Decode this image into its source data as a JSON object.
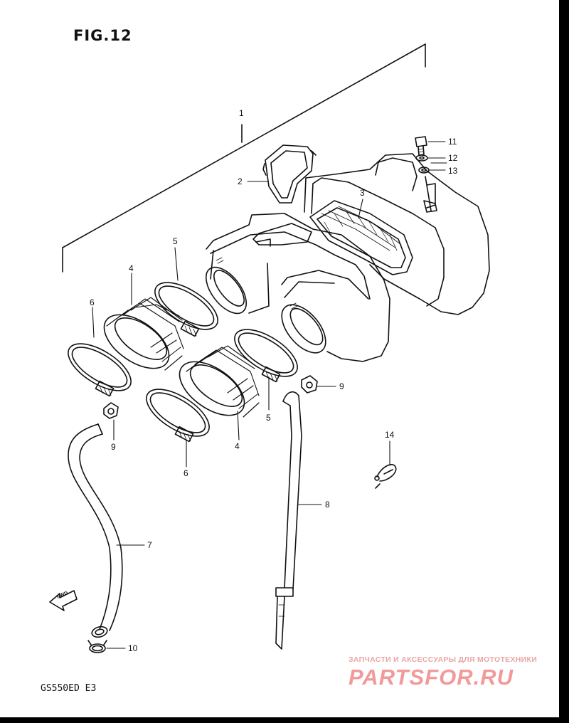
{
  "figure": {
    "title": "FIG.12",
    "model_code": "GS550ED E3"
  },
  "callouts": [
    {
      "id": "c1",
      "text": "1"
    },
    {
      "id": "c2",
      "text": "2"
    },
    {
      "id": "c3",
      "text": "3"
    },
    {
      "id": "c4a",
      "text": "4"
    },
    {
      "id": "c4b",
      "text": "4"
    },
    {
      "id": "c5a",
      "text": "5"
    },
    {
      "id": "c5b",
      "text": "5"
    },
    {
      "id": "c6a",
      "text": "6"
    },
    {
      "id": "c6b",
      "text": "6"
    },
    {
      "id": "c7",
      "text": "7"
    },
    {
      "id": "c8",
      "text": "8"
    },
    {
      "id": "c9a",
      "text": "9"
    },
    {
      "id": "c9b",
      "text": "9"
    },
    {
      "id": "c10",
      "text": "10"
    },
    {
      "id": "c11",
      "text": "11"
    },
    {
      "id": "c12",
      "text": "12"
    },
    {
      "id": "c13",
      "text": "13"
    },
    {
      "id": "c14",
      "text": "14"
    }
  ],
  "fwd_arrow": {
    "label": "FWD"
  },
  "watermark": {
    "tagline": "ЗАПЧАСТИ И АКСЕССУАРЫ ДЛЯ МОТОТЕХНИКИ",
    "brand": "PARTSFOR.RU",
    "color": "#f29a9a"
  },
  "colors": {
    "line": "#111111",
    "background": "#ffffff",
    "frame": "#000000"
  }
}
